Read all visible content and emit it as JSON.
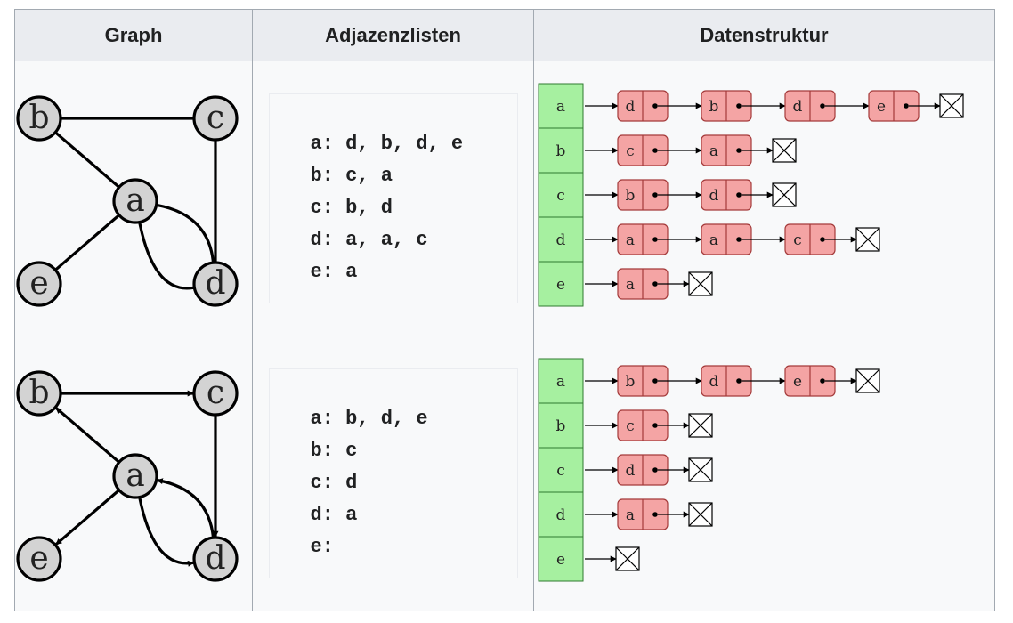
{
  "headers": [
    "Graph",
    "Adjazenzlisten",
    "Datenstruktur"
  ],
  "rows": [
    {
      "directed": false,
      "graph": {
        "nodes": [
          "a",
          "b",
          "c",
          "d",
          "e"
        ],
        "edges": [
          [
            "b",
            "c"
          ],
          [
            "b",
            "a"
          ],
          [
            "c",
            "d"
          ],
          [
            "a",
            "e"
          ],
          [
            "a",
            "d"
          ],
          [
            "a",
            "d"
          ]
        ]
      },
      "adjacency": [
        "a: d, b, d, e",
        "b: c, a",
        "c: b, d",
        "d: a, a, c",
        "e: a"
      ],
      "lists": {
        "a": [
          "d",
          "b",
          "d",
          "e"
        ],
        "b": [
          "c",
          "a"
        ],
        "c": [
          "b",
          "d"
        ],
        "d": [
          "a",
          "a",
          "c"
        ],
        "e": [
          "a"
        ]
      }
    },
    {
      "directed": true,
      "graph": {
        "nodes": [
          "a",
          "b",
          "c",
          "d",
          "e"
        ],
        "edges": [
          [
            "b",
            "c"
          ],
          [
            "a",
            "b"
          ],
          [
            "c",
            "d"
          ],
          [
            "a",
            "e"
          ],
          [
            "a",
            "d"
          ],
          [
            "d",
            "a"
          ]
        ]
      },
      "adjacency": [
        "a: b, d, e",
        "b: c",
        "c: d",
        "d: a",
        "e:"
      ],
      "lists": {
        "a": [
          "b",
          "d",
          "e"
        ],
        "b": [
          "c"
        ],
        "c": [
          "d"
        ],
        "d": [
          "a"
        ],
        "e": []
      }
    }
  ],
  "colors": {
    "node_fill": "#d3d3d3",
    "array_fill": "#a6f0a0",
    "array_border": "#2f7a2f",
    "list_fill": "#f4a4a4",
    "list_border": "#a43a3a",
    "edge": "#000000"
  }
}
